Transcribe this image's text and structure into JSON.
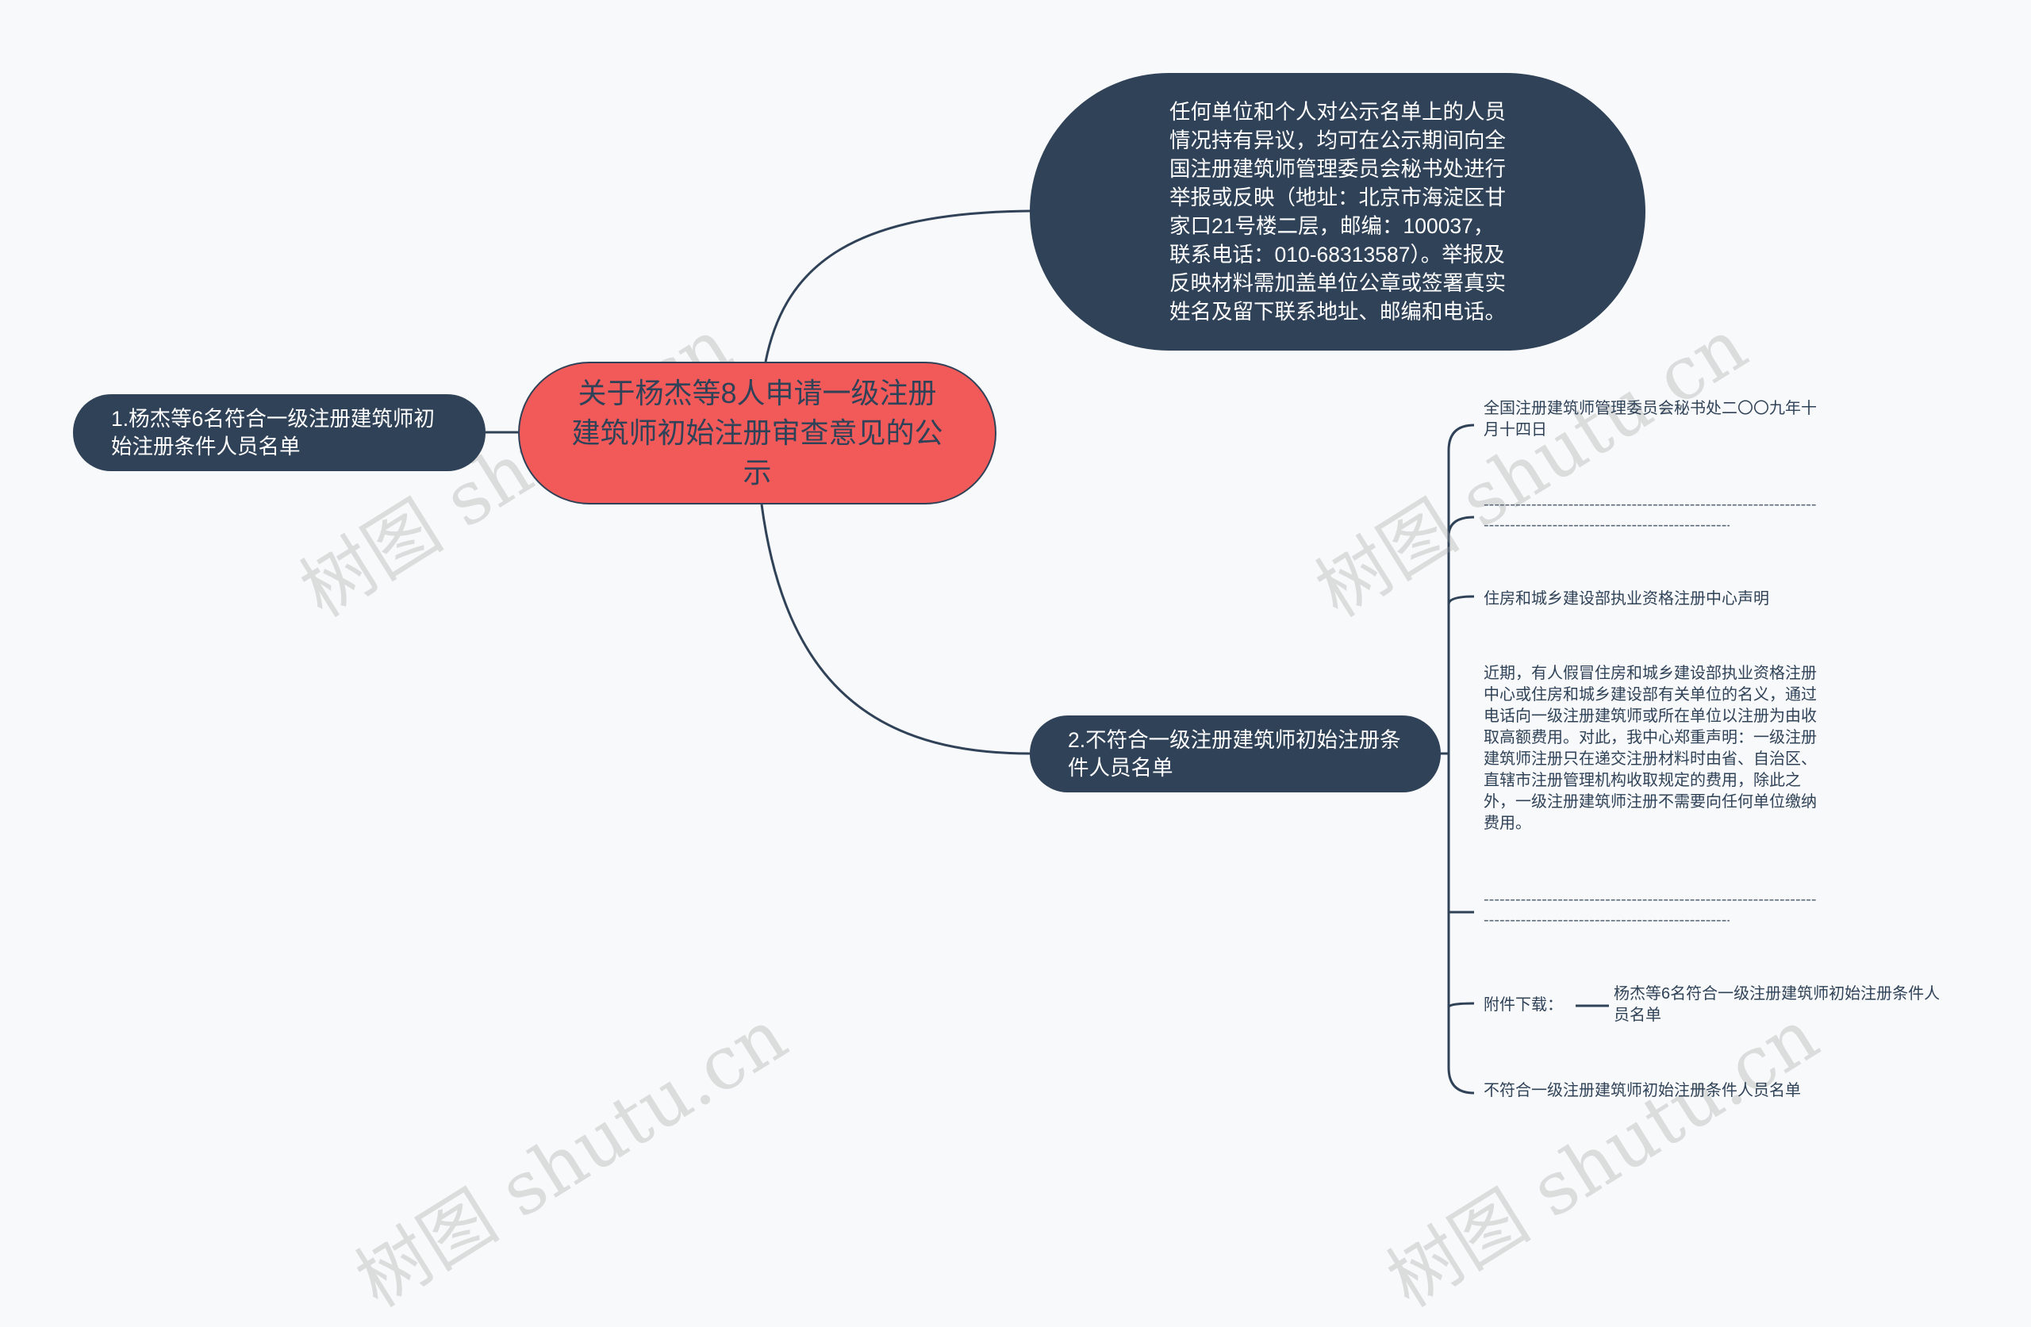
{
  "center": {
    "title": "关于杨杰等8人申请一级注册建筑师初始注册审查意见的公示"
  },
  "notice": {
    "text": "任何单位和个人对公示名单上的人员情况持有异议，均可在公示期间向全国注册建筑师管理委员会秘书处进行举报或反映（地址：北京市海淀区甘家口21号楼二层，邮编：100037，联系电话：010-68313587）。举报及反映材料需加盖单位公章或签署真实姓名及留下联系地址、邮编和电话。"
  },
  "left_branch": {
    "label": "1.杨杰等6名符合一级注册建筑师初始注册条件人员名单"
  },
  "right_branch": {
    "label": "2.不符合一级注册建筑师初始注册条件人员名单"
  },
  "leaves": {
    "office_date": "全国注册建筑师管理委员会秘书处二〇〇九年十月十四日",
    "divider1": "------------------------------------------------------------------------------------------",
    "center_statement": "住房和城乡建设部执业资格注册中心声明",
    "statement_body": "近期，有人假冒住房和城乡建设部执业资格注册中心或住房和城乡建设部有关单位的名义，通过电话向一级注册建筑师或所在单位以注册为由收取高额费用。对此，我中心郑重声明：一级注册建筑师注册只在递交注册材料时由省、自治区、直辖市注册管理机构收取规定的费用，除此之外，一级注册建筑师注册不需要向任何单位缴纳费用。",
    "divider2": "------------------------------------------------------------------------------------------",
    "attachment_label": "附件下载：",
    "attachment_item": "杨杰等6名符合一级注册建筑师初始注册条件人员名单",
    "not_qualified": "不符合一级注册建筑师初始注册条件人员名单"
  },
  "watermark": {
    "text": "树图 shutu.cn"
  },
  "colors": {
    "dark_node": "#2f4258",
    "center_node": "#f25a5a",
    "line": "#2f4258",
    "background": "#f8f9fa"
  }
}
